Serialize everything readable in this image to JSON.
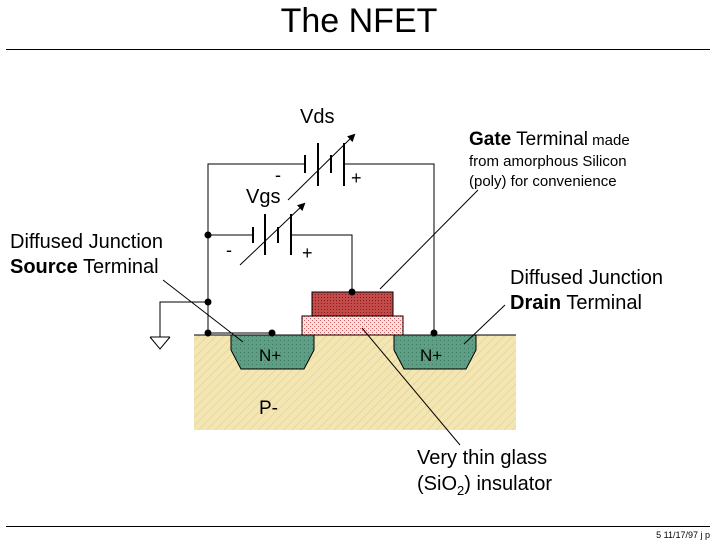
{
  "title": "The NFET",
  "labels": {
    "vds": "Vds",
    "vds_minus": "-",
    "vds_plus": "+",
    "vgs": "Vgs",
    "vgs_minus": "-",
    "vgs_plus": "+",
    "gate_bold": "Gate",
    "gate_rest": " Terminal",
    "gate_made": " made",
    "gate_line2": "from amorphous Silicon",
    "gate_line3": "(poly) for convenience",
    "source_line1": "Diffused Junction",
    "source_bold": "Source",
    "source_rest": " Terminal",
    "drain_line1": "Diffused Junction",
    "drain_bold": "Drain",
    "drain_rest": " Terminal",
    "n_plus_source": "N+",
    "n_plus_drain": "N+",
    "p_minus": "P-",
    "glass_line1": "Very thin glass",
    "glass_pre": "(SiO",
    "glass_sub": "2",
    "glass_post": ") insulator"
  },
  "colors": {
    "substrate": "#f3e6b3",
    "n_region": "#5d9e84",
    "poly_gate": "#c44a4a",
    "oxide": "#f2c4c4"
  },
  "footer": "5   11/17/97  j p"
}
